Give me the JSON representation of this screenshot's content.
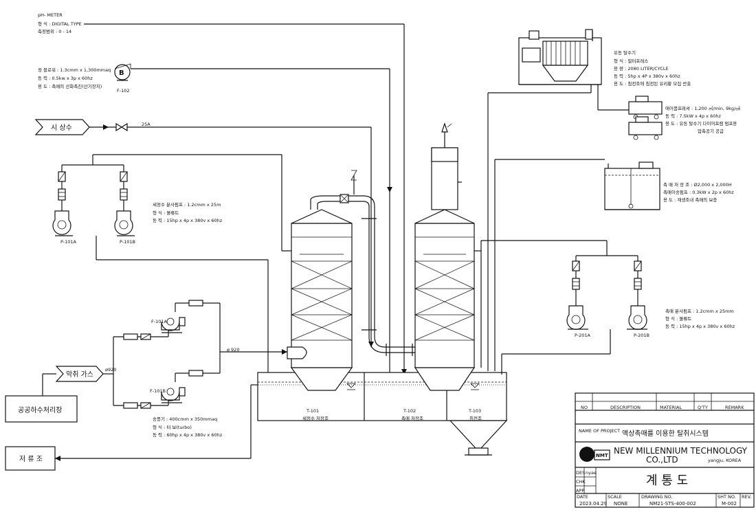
{
  "instruments": {
    "ph_meter": {
      "title": "pH- METER",
      "line1": "형      식 : DIGITAL TYPE",
      "line2": "측정범위 : 0 - 14"
    }
  },
  "blower": {
    "symbol": "B",
    "tag": "F-102",
    "line1": "정 블로워 : 1.3cmm x 1,300mmaq",
    "line2": "동       력 : 0.5kw x 3p x 60hz",
    "line3": "용       도 : 촉매의 산화촉진(산기장치)"
  },
  "city_water": {
    "label": "시 상수",
    "pipe": "25A"
  },
  "wash_pumps": {
    "tag_a": "P-101A",
    "tag_b": "P-101B",
    "line1": "세정수 분사펌프 : 1.2cmm x 25m",
    "line2": "형        식 : 볼류트",
    "line3": "동        력 : 15hp x 4p x 380v x 60hz"
  },
  "fans": {
    "tag_a": "F-101A",
    "tag_b": "F-101B",
    "line1": "송풍기 : 400cmm x 350mmaq",
    "line2": "형     식 : 터 보(turbo)",
    "line3": "동     력 : 60hp x 4p x 380v x 60hz"
  },
  "odor_gas": {
    "label": "악취 가스",
    "pipe_in": "ø920",
    "pipe_out": "ø 920"
  },
  "sewage_plant": {
    "label": "공공하수처리장"
  },
  "storage_tank": {
    "label": "저 류 조"
  },
  "tanks": {
    "t101_tag": "T-101",
    "t101_name": "세정수 저장조",
    "t102_tag": "T-102",
    "t102_name": "촉매 저장조",
    "t103_tag": "T-103",
    "t103_name": "침전조"
  },
  "dehydrator": {
    "line0": "유동 탈수기",
    "line1": "형      식 : 필터프레스",
    "line2": "용      량 : 2080 LITER/CYCLE",
    "line3": "동      력 : 5hp x 4P x 380v x 60hz",
    "line4": "용      도 : 침전조에 침전된 유리황 모집 반출"
  },
  "compressor": {
    "line1": "에어콤프레셔 : 1,200 ㎥/min, 9kg/㎠",
    "line2": "동            력 : 7.5kW x 4p x 60hz",
    "line3": "용            도 : 유동 탈수기 다이어프램 펌프용",
    "line4": "압축공기 공급"
  },
  "catalyst_tank": {
    "line1": "촉 매 저 장 조 : Ø2,000 x 2,000H",
    "line2": "촉매이송펌프 : 0.3kW x 2p x 60hz",
    "line3": "용            도 : 재생조내 촉매의 보충"
  },
  "catalyst_pumps": {
    "tag_a": "P-201A",
    "tag_b": "P-201B",
    "line1": "촉매 분사펌프 : 1.2cmm x 25mm",
    "line2": "형        식 : 볼류트",
    "line3": "동        력 : 15hp x 4p x  380v x 60hz"
  },
  "title_block": {
    "col_no": "NO",
    "col_desc": "DESCRIPTION",
    "col_material": "MATERIAL",
    "col_qty": "Q'TY",
    "col_remark": "REMARK",
    "name_of_project_label": "NAME OF PROJECT",
    "project_name": "액상촉매를 이용한 탈취시스템",
    "logo_text": "NMT",
    "company_line1": "NEW MILLENNIUM TECHNOLOGY",
    "company_line2": "CO.,LTD",
    "company_location": "yangju, KOREA",
    "des_label": "DES",
    "des_value": "nyae",
    "chk_label": "CHK",
    "app_label": "APP",
    "drawing_title": "계 통 도",
    "date_label": "DATE",
    "date_value": "2023.04.29",
    "scale_label": "SCALE",
    "scale_value": "NONE",
    "drawing_no_label": "DRAWING NO.",
    "drawing_no_value": "NM21-STS-400-002",
    "sht_no_label": "SHT NO.",
    "sht_no_value": "M-002",
    "rev_label": "REV."
  }
}
